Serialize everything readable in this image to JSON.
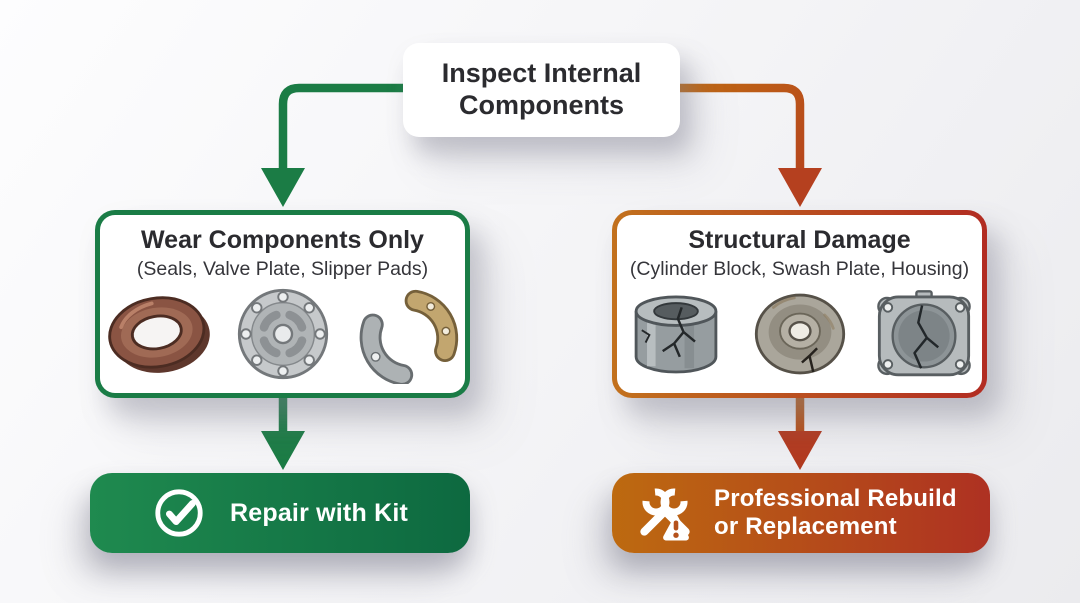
{
  "palette": {
    "green": "#1a7c46",
    "green_gradient_start": "#1f8a4f",
    "green_gradient_end": "#0d6940",
    "orange": "#c2711d",
    "red": "#b22c22",
    "text_dark": "#2b2b2f",
    "card_bg": "#ffffff"
  },
  "root": {
    "title_line1": "Inspect Internal",
    "title_line2": "Components"
  },
  "left_branch": {
    "title": "Wear Components Only",
    "subtitle": "(Seals, Valve Plate, Slipper Pads)",
    "illustrations": [
      "seal-ring-illustration",
      "valve-plate-illustration",
      "slipper-pads-illustration"
    ],
    "action": {
      "icon": "check-circle-icon",
      "label": "Repair with Kit"
    }
  },
  "right_branch": {
    "title": "Structural Damage",
    "subtitle": "(Cylinder Block, Swash Plate, Housing)",
    "illustrations": [
      "cracked-cylinder-block-illustration",
      "cracked-swash-plate-illustration",
      "cracked-housing-illustration"
    ],
    "action": {
      "icon": "tools-warning-icon",
      "label_line1": "Professional Rebuild",
      "label_line2": "or Replacement"
    }
  }
}
